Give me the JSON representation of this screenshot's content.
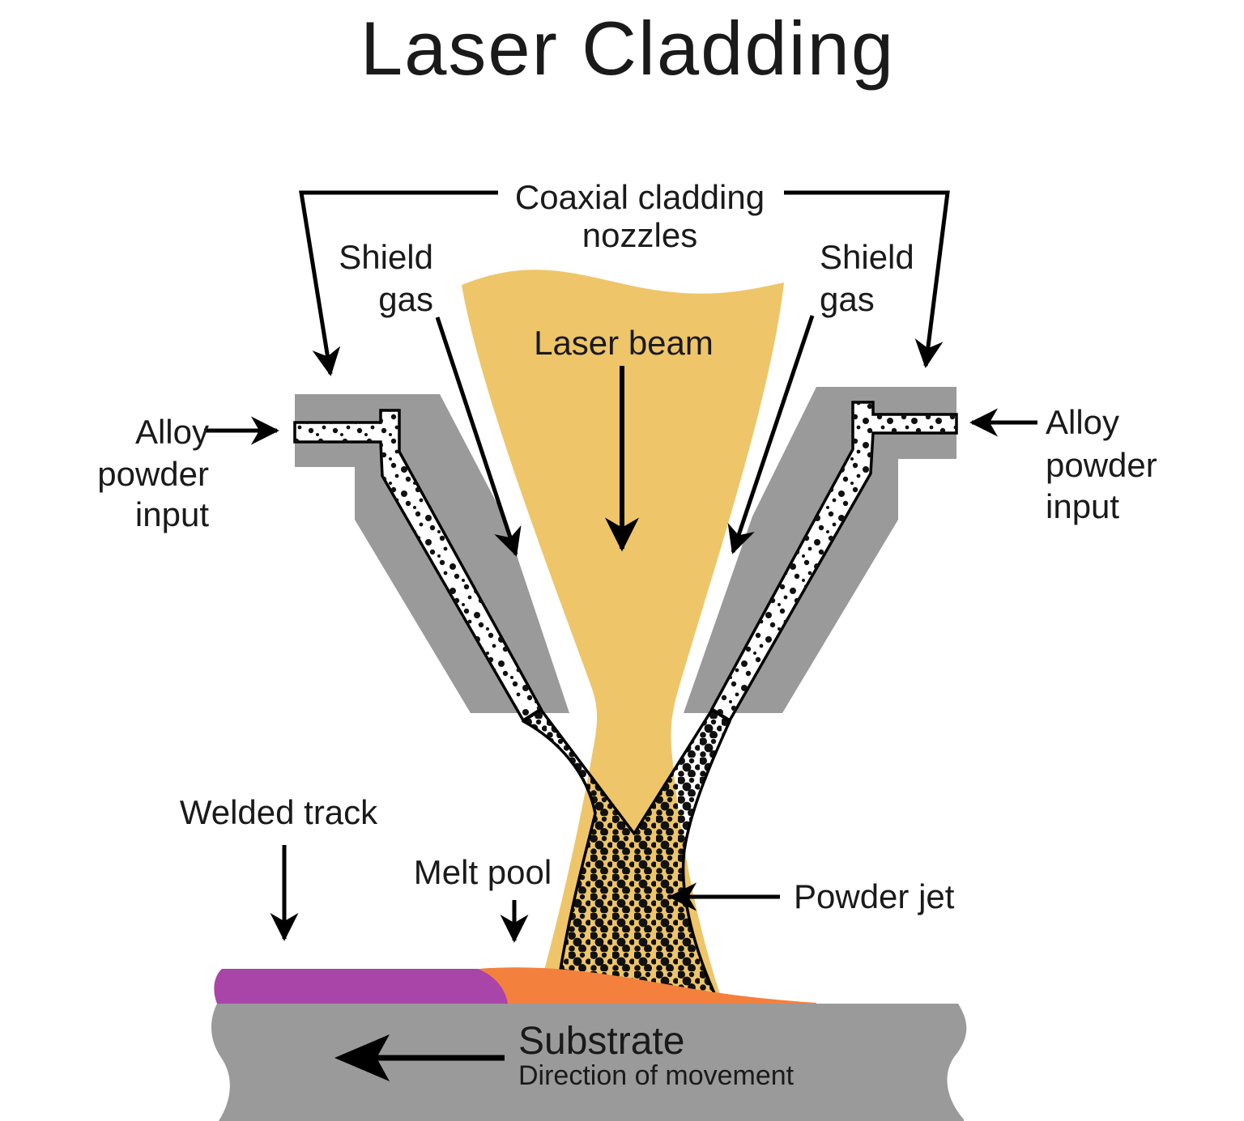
{
  "title": "Laser Cladding",
  "labels": {
    "coaxial_nozzles": {
      "line1": "Coaxial cladding",
      "line2": "nozzles"
    },
    "shield_gas_left": {
      "line1": "Shield",
      "line2": "gas"
    },
    "shield_gas_right": {
      "line1": "Shield",
      "line2": "gas"
    },
    "laser_beam": "Laser beam",
    "alloy_powder_left": {
      "line1": "Alloy",
      "line2": "powder",
      "line3": "input"
    },
    "alloy_powder_right": {
      "line1": "Alloy",
      "line2": "powder",
      "line3": "input"
    },
    "welded_track": "Welded track",
    "melt_pool": "Melt pool",
    "powder_jet": "Powder jet",
    "substrate": "Substrate",
    "direction_of_movement": "Direction of movement"
  },
  "colors": {
    "laser_beam": "#EEC569",
    "nozzle_gray": "#9A9A9A",
    "substrate_gray": "#9A9A9A",
    "welded_track": "#A944A9",
    "melt_pool": "#F4803E",
    "line_black": "#000000",
    "text": "#1A1A1A",
    "channel_white": "#FFFFFF"
  }
}
